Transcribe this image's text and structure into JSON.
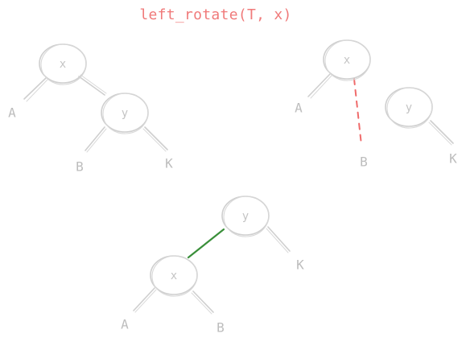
{
  "title": "left_rotate(T, x)",
  "colors": {
    "title": "#f07a7a",
    "node_stroke": "#cfcfcf",
    "label": "#c4c4c4",
    "cut_edge": "#ef6b6b",
    "new_edge": "#3a8f3a"
  },
  "before": {
    "root": "x",
    "child": "y",
    "left_leaf": "A",
    "middle_leaf": "B",
    "right_leaf": "K"
  },
  "during": {
    "root": "x",
    "detached": "y",
    "left_leaf": "A",
    "middle_leaf": "B",
    "right_leaf": "K"
  },
  "after": {
    "root": "y",
    "child": "x",
    "left_leaf": "A",
    "middle_leaf": "B",
    "right_leaf": "K"
  }
}
